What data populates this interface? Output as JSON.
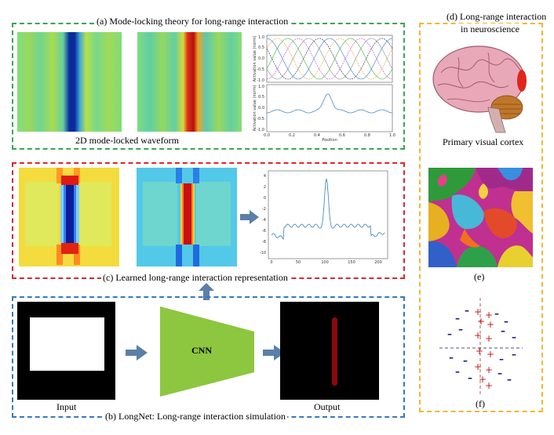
{
  "panels": {
    "a": {
      "title": "(a) Mode-locking theory for long-range interaction",
      "caption": "2D mode-locked waveform",
      "top_plot": {
        "ylabel": "Activation value (norm)",
        "yticks": [
          "1.0",
          "0.5",
          "0.0",
          "-0.5",
          "-1.0"
        ]
      },
      "bottom_plot": {
        "ylabel": "Activation value (norm)",
        "xlabel": "Position",
        "xticks": [
          "0.0",
          "0.2",
          "0.4",
          "0.6",
          "0.8",
          "1.0"
        ],
        "yticks": [
          "1.0",
          "0.5",
          "0.0",
          "-0.5",
          "-1.0"
        ]
      }
    },
    "c": {
      "caption": "(c) Learned long-range interaction representation",
      "plot": {
        "xticks": [
          "0",
          "50",
          "100",
          "150",
          "200"
        ],
        "yticks": [
          "4",
          "2",
          "0",
          "-2",
          "-4",
          "-6",
          "-8",
          "-10"
        ]
      }
    },
    "b": {
      "title": "(b) LongNet: Long-range interaction simulation",
      "input_label": "Input",
      "cnn_label": "CNN",
      "output_label": "Output"
    },
    "d": {
      "title_line1": "(d) Long-range interaction",
      "title_line2": "in neuroscience",
      "visual_cortex": "Primary visual cortex",
      "e_label": "(e)",
      "f_label": "(f)"
    }
  },
  "colors": {
    "green_dash": "#3aa655",
    "red_dash": "#d9282f",
    "blue_dash": "#3b78b8",
    "orange_dash": "#f2b632",
    "cnn_green": "#8dc63f",
    "arrow": "#5b7fa8",
    "line_blue": "#4a8ac4"
  }
}
